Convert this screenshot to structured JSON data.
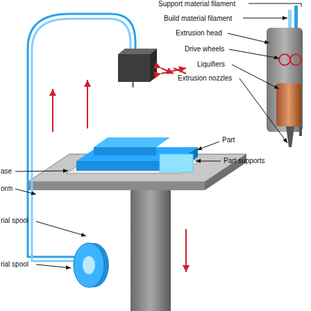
{
  "diagram": {
    "labels": [
      "Support material filament",
      "Build material filament",
      "Extrusion head",
      "Drive wheels",
      "Liquifiers",
      "Extrusion nozzles",
      "ase",
      "orm",
      "Part",
      "Part supports",
      "rial spool",
      "rial spool"
    ]
  }
}
